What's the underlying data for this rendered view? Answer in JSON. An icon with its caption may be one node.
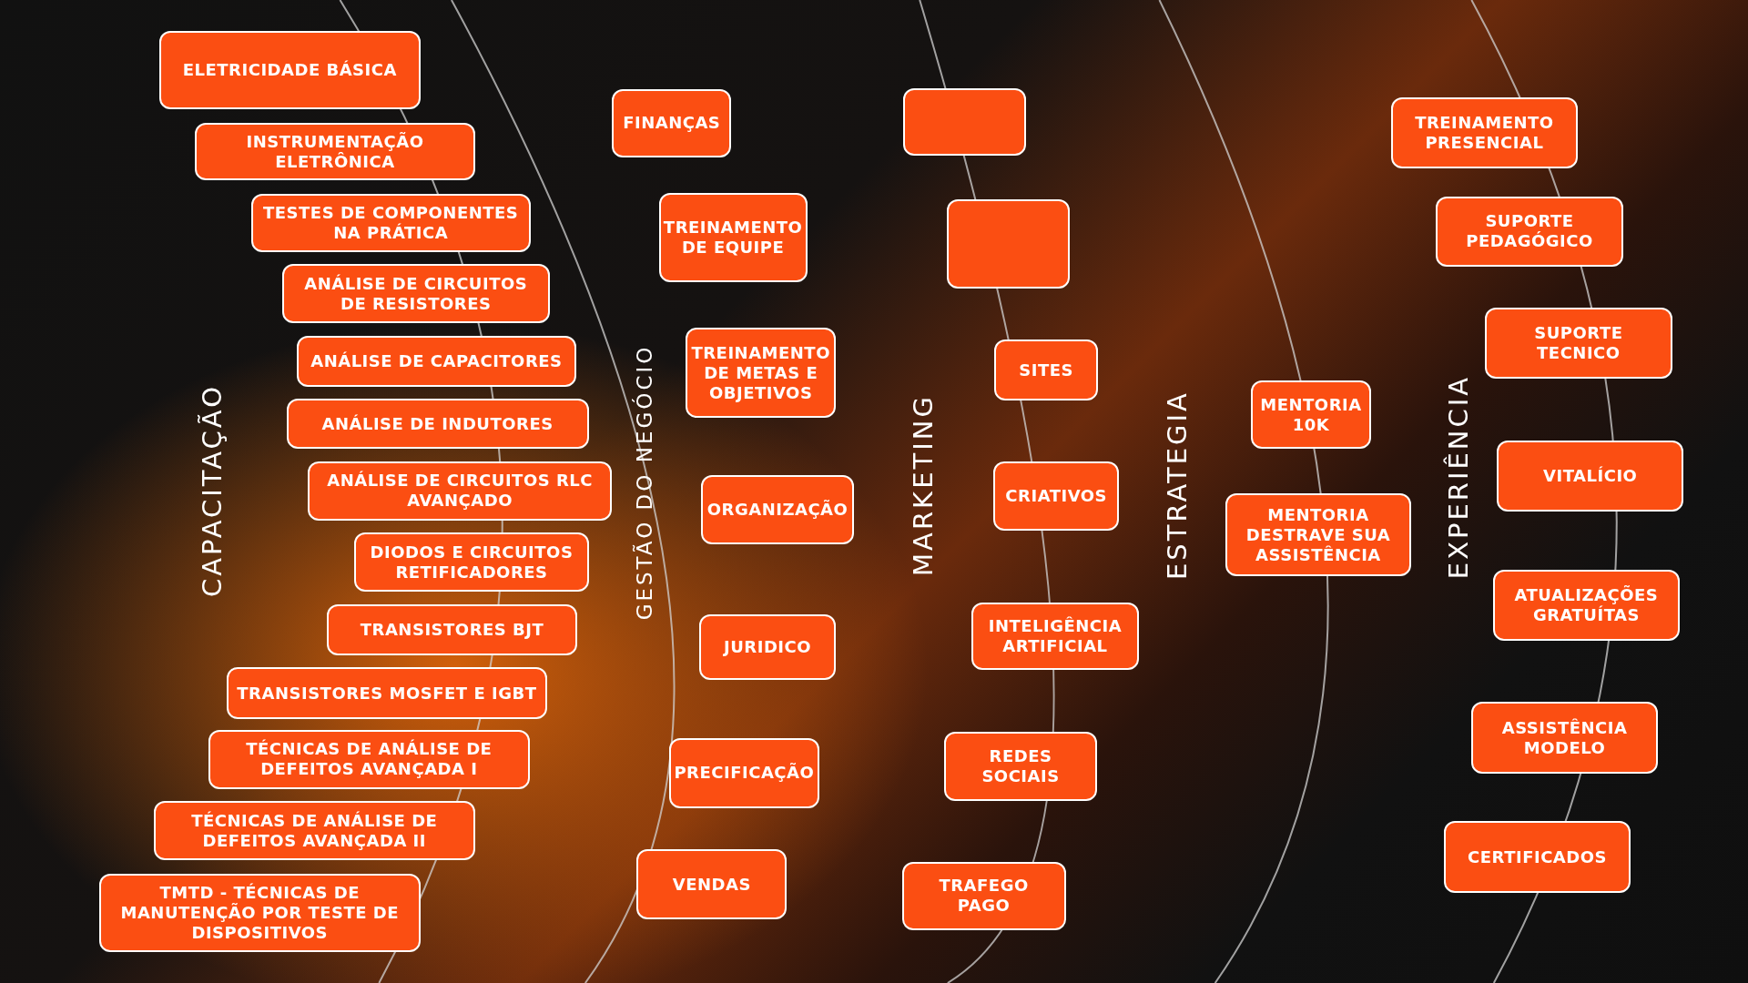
{
  "diagram": {
    "nodes": [
      {
        "text": [
          "ELETRICIDADE BÁSICA"
        ]
      },
      {
        "text": [
          "INSTRUMENTAÇÃO ELETRÔNICA"
        ]
      },
      {
        "text": [
          "TESTES DE COMPONENTES NA PRÁTICA"
        ]
      },
      {
        "text": [
          "ANÁLISE DE CIRCUITOS DE RESISTORES"
        ]
      },
      {
        "text": [
          "ANÁLISE DE CAPACITORES"
        ]
      },
      {
        "text": [
          "ANÁLISE DE INDUTORES"
        ]
      },
      {
        "text": [
          "ANÁLISE DE CIRCUITOS RLC AVANÇADO"
        ]
      },
      {
        "text": [
          "DIODOS E CIRCUITOS RETIFICADORES"
        ]
      },
      {
        "text": [
          "TRANSISTORES BJT"
        ]
      },
      {
        "text": [
          "TRANSISTORES MOSFET E IGBT"
        ]
      },
      {
        "text": [
          "TÉCNICAS DE ANÁLISE DE DEFEITOS AVANÇADA I"
        ]
      },
      {
        "text": [
          "TÉCNICAS DE ANÁLISE DE DEFEITOS AVANÇADA II"
        ]
      },
      {
        "text": [
          "TMTD - TÉCNICAS DE MANUTENÇÃO POR TESTE DE DISPOSITIVOS"
        ]
      },
      {
        "text": [
          "FINANÇAS"
        ]
      },
      {
        "text": [
          "TREINAMENTO DE EQUIPE"
        ]
      },
      {
        "text": [
          "TREINAMENTO DE METAS E OBJETIVOS"
        ]
      },
      {
        "text": [
          "ORGANIZAÇÃO"
        ]
      },
      {
        "text": [
          "JURIDICO"
        ]
      },
      {
        "text": [
          "PRECIFICAÇÃO"
        ]
      },
      {
        "text": [
          "VENDAS"
        ]
      },
      {
        "text": [],
        "shape": "box"
      },
      {
        "text": [],
        "shape": "box"
      },
      {
        "text": [
          "SITES"
        ]
      },
      {
        "text": [
          "CRIATIVOS"
        ]
      },
      {
        "text": [
          "INTELIGÊNCIA ARTIFICIAL"
        ]
      },
      {
        "text": [
          "REDES SOCIAIS"
        ]
      },
      {
        "text": [
          "TRAFEGO PAGO"
        ]
      },
      {
        "text": [
          "MENTORIA 10K"
        ]
      },
      {
        "text": [
          "MENTORIA DESTRAVE SUA ASSISTÊNCIA"
        ]
      },
      {
        "text": [
          "TREINAMENTO PRESENCIAL"
        ]
      },
      {
        "text": [
          "SUPORTE PEDAGÓGICO"
        ]
      },
      {
        "text": [
          "SUPORTE TECNICO"
        ]
      },
      {
        "text": [
          "VITALÍCIO"
        ]
      },
      {
        "text": [
          "ATUALIZAÇÕES GRATUÍTAS"
        ]
      },
      {
        "text": [
          "ASSISTÊNCIA MODELO"
        ]
      },
      {
        "text": [
          "CERTIFICADOS"
        ]
      }
    ],
    "labels": [
      "CAPACITAÇÃO",
      "GESTÃO DO NEGÓCIO",
      "MARKETING",
      "ESTRATEGIA",
      "EXPERIÊNCIA"
    ]
  }
}
